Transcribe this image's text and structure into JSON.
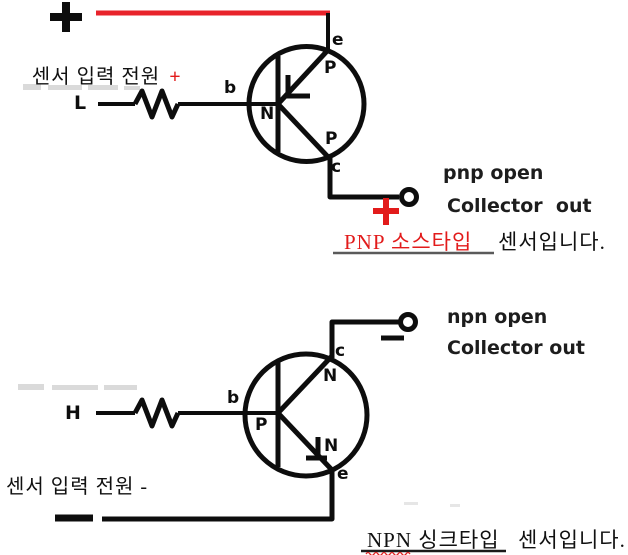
{
  "colors": {
    "wire": "#0d0d0d",
    "red_rail": "#e8232b",
    "red_text": "#e21b1b",
    "caption_underline_gray": "#5a5a5a",
    "caption_underline_black": "#1a1a1a",
    "smudge_gray": "#dadada"
  },
  "icons": {
    "supply_plus_icon": "+",
    "pnp_output_plus_icon": "+",
    "npn_output_minus_icon": "−",
    "negative_rail_dash_icon": "−",
    "pnp_output_terminal_icon": "open-circle",
    "npn_output_terminal_icon": "open-circle"
  },
  "pnp_section": {
    "supply_label": "센서 입력 전원",
    "supply_polarity": "+",
    "input_terminal": "L",
    "base_pin": "b",
    "emitter_pin": "e",
    "collector_pin": "c",
    "emitter_region": "P",
    "base_region": "N",
    "collector_region": "P",
    "output_type": "pnp open",
    "output_line": "Collector  out",
    "caption_highlight": "PNP 소스타입",
    "caption_rest": "센서입니다."
  },
  "npn_section": {
    "input_terminal": "H",
    "base_pin": "b",
    "collector_pin": "c",
    "emitter_pin": "e",
    "collector_region": "N",
    "base_region": "P",
    "emitter_region": "N",
    "output_type": "npn open",
    "output_line": "Collector out",
    "supply_label": "센서 입력 전원 -",
    "caption_highlight": "NPN 싱크타입",
    "caption_rest": "센서입니다."
  }
}
